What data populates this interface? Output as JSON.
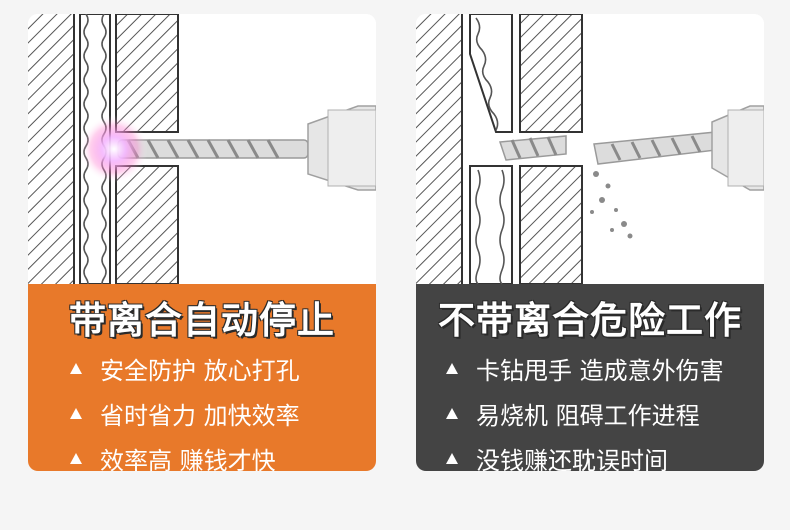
{
  "left_card": {
    "title": "带离合自动停止",
    "items": [
      "安全防护 放心打孔",
      "省时省力 加快效率",
      "效率高 赚钱才快"
    ],
    "panel_color": "#e8792a"
  },
  "right_card": {
    "title": "不带离合危险工作",
    "items": [
      "卡钻甩手 造成意外伤害",
      "易烧机 阻碍工作进程",
      "没钱赚还耽误时间"
    ],
    "panel_color": "#444444"
  },
  "icons": [
    "drill-bit-icon",
    "wall-section-icon",
    "spark-glow-icon",
    "broken-drill-bit-icon",
    "debris-icon"
  ]
}
